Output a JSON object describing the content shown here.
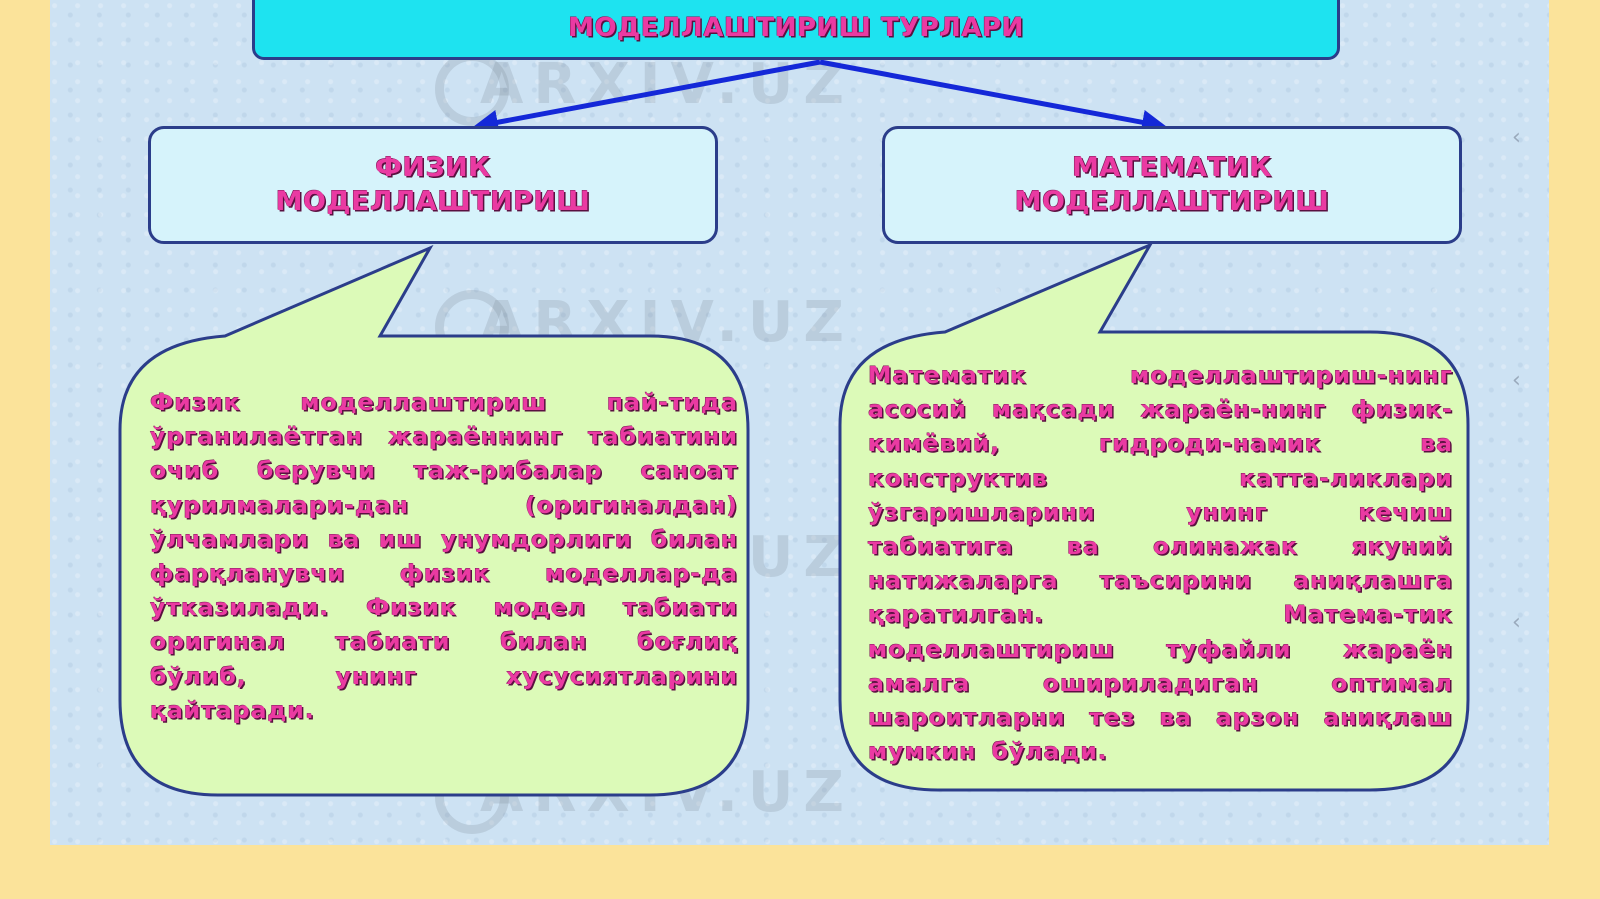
{
  "title": "МОДЕЛЛАШТИРИШ ТУРЛАРИ",
  "left_heading": "ФИЗИК МОДЕЛЛАШТИРИШ",
  "right_heading": "МАТЕМАТИК МОДЕЛЛАШТИРИШ",
  "left_text": "Физик моделлаштириш пай-тида ўрганилаётган жараённинг табиатини очиб берувчи таж-рибалар саноат қурилмалари-дан (оригиналдан) ўлчамлари ва иш унумдорлиги билан фарқланувчи физик моделлар-да ўтказилади. Физик модел табиати оригинал табиати билан боғлиқ бўлиб, унинг хусусиятларини қайтаради.",
  "right_text": "Математик моделлаштириш-нинг асосий мақсади жараён-нинг физик-кимёвий, гидроди-намик ва конструктив катта-ликлари ўзгаришларини унинг кечиш табиатига ва олинажак якуний натижаларга таъсирини аниқлашга қаратилган. Матема-тик моделлаштириш туфайли жараён амалга ошириладиган оптимал шароитларни тез ва арзон аниқлаш мумкин бўлади.",
  "watermark": "ARXIV.UZ",
  "colors": {
    "page_bg": "#fbe39a",
    "slide_bg": "#cde2f3",
    "title_fill": "#1ee3f0",
    "heading_fill": "#d6f3fb",
    "callout_fill": "#dcfab8",
    "border": "#2b3d8a",
    "arrow": "#1428d8",
    "text": "#ea3aa2"
  }
}
